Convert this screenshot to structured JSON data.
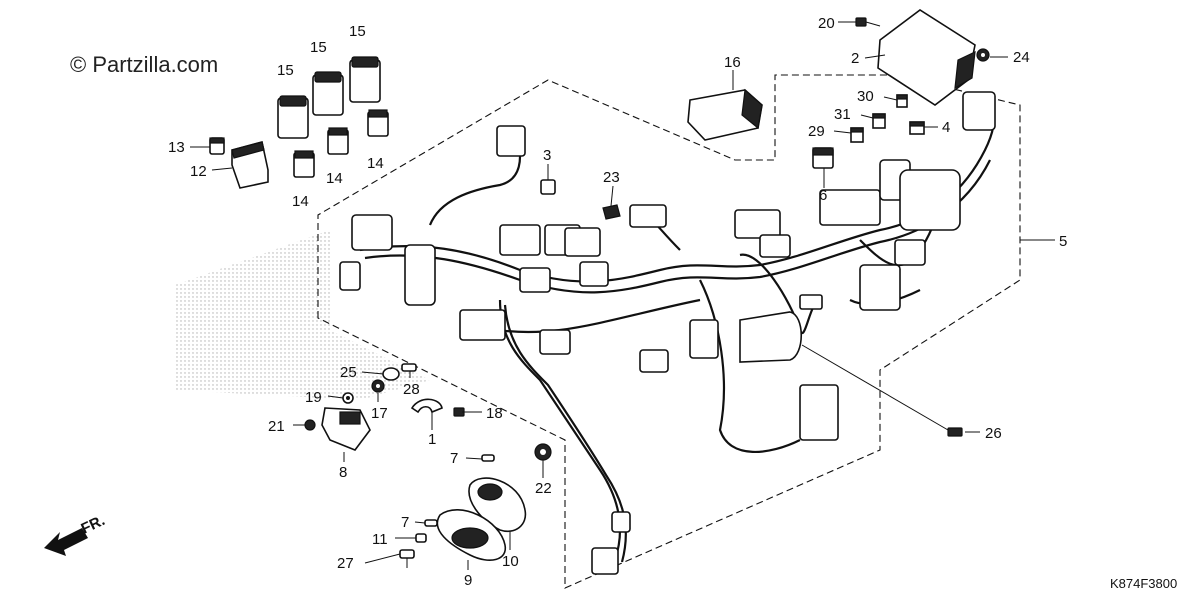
{
  "watermark": "© Partzilla.com",
  "diagram_code": "K874F3800",
  "front_arrow_label": "FR.",
  "callouts": {
    "c1": "1",
    "c2": "2",
    "c3": "3",
    "c4": "4",
    "c5": "5",
    "c6": "6",
    "c7a": "7",
    "c7b": "7",
    "c8": "8",
    "c9": "9",
    "c10": "10",
    "c11": "11",
    "c12": "12",
    "c13": "13",
    "c14a": "14",
    "c14b": "14",
    "c14c": "14",
    "c15a": "15",
    "c15b": "15",
    "c15c": "15",
    "c16": "16",
    "c17": "17",
    "c18": "18",
    "c19": "19",
    "c20": "20",
    "c21": "21",
    "c22": "22",
    "c23": "23",
    "c24": "24",
    "c25": "25",
    "c26": "26",
    "c27": "27",
    "c28": "28",
    "c29": "29",
    "c30": "30",
    "c31": "31"
  }
}
